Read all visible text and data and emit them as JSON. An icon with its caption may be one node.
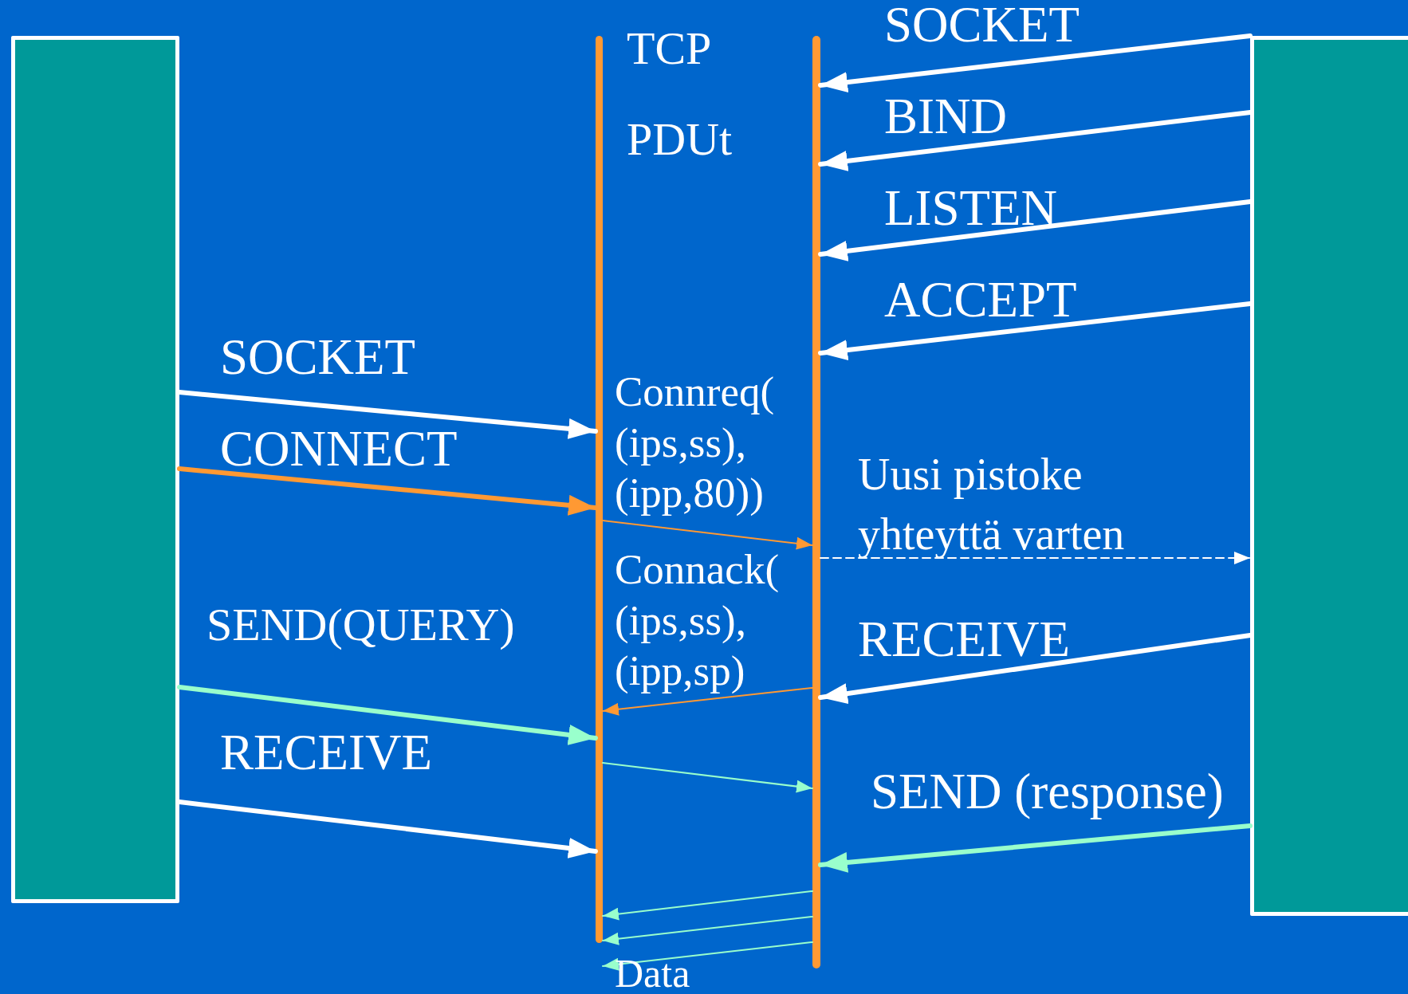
{
  "diagram": {
    "nodes": [
      {
        "text": [],
        "shape": "box"
      },
      {
        "text": [],
        "shape": "box"
      },
      {
        "text": [],
        "shape": "bar"
      },
      {
        "text": [],
        "shape": "bar"
      }
    ],
    "edges": [
      {
        "from": 1,
        "to": 3,
        "arrow": "to",
        "label": "SOCKET"
      },
      {
        "from": 1,
        "to": 3,
        "arrow": "to",
        "label": "BIND"
      },
      {
        "from": 1,
        "to": 3,
        "arrow": "to",
        "label": "LISTEN"
      },
      {
        "from": 1,
        "to": 3,
        "arrow": "to",
        "label": "ACCEPT"
      },
      {
        "from": 0,
        "to": 2,
        "arrow": "to",
        "label": "SOCKET"
      },
      {
        "from": 0,
        "to": 2,
        "arrow": "to",
        "label": "CONNECT",
        "color": "#ff9933"
      },
      {
        "from": 2,
        "to": 3,
        "arrow": "to",
        "label": "Connreq( (ips,ss), (ipp,80))",
        "color": "#ff9933"
      },
      {
        "from": 3,
        "to": 2,
        "arrow": "to",
        "label": "Connack( (ips,ss), (ipp,sp)",
        "color": "#ff9933"
      },
      {
        "from": 3,
        "to": 1,
        "arrow": "to",
        "label": "Uusi pistoke yhteyttä varten",
        "style": "dashed"
      },
      {
        "from": 0,
        "to": 2,
        "arrow": "to",
        "label": "SEND(QUERY)",
        "color": "#99ffcc"
      },
      {
        "from": 1,
        "to": 3,
        "arrow": "to",
        "label": "RECEIVE"
      },
      {
        "from": 0,
        "to": 2,
        "arrow": "to",
        "label": "RECEIVE"
      },
      {
        "from": 2,
        "to": 3,
        "arrow": "to",
        "color": "#99ffcc"
      },
      {
        "from": 1,
        "to": 3,
        "arrow": "to",
        "label": "SEND (response)",
        "color": "#99ffcc"
      },
      {
        "from": 3,
        "to": 2,
        "arrow": "to",
        "color": "#99ffcc"
      },
      {
        "from": 3,
        "to": 2,
        "arrow": "to",
        "color": "#99ffcc"
      },
      {
        "from": 3,
        "to": 2,
        "arrow": "to",
        "label": "Data",
        "color": "#99ffcc"
      }
    ],
    "labels": [
      "TCP",
      "PDUt"
    ]
  }
}
